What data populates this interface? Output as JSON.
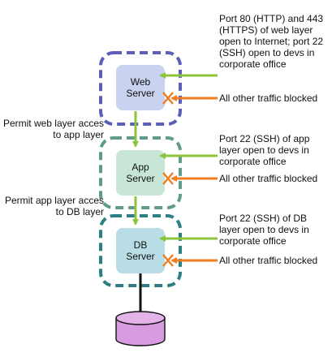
{
  "servers": {
    "web": {
      "line1": "Web",
      "line2": "Server",
      "fill": "#c9d2ef",
      "border": "#5a5fb8"
    },
    "app": {
      "line1": "App",
      "line2": "Server",
      "fill": "#c8e6d8",
      "border": "#5f9c8a"
    },
    "db": {
      "line1": "DB",
      "line2": "Server",
      "fill": "#b9dde6",
      "border": "#2e7f85"
    }
  },
  "notes": {
    "web_open": "Port 80 (HTTP) and 443 (HTTPS) of web layer open to Internet; port 22 (SSH) open to devs in corporate office",
    "web_blocked": "All other traffic blocked",
    "app_open": "Port 22 (SSH) of app layer open to devs in corporate office",
    "app_blocked": "All other traffic blocked",
    "db_open": "Port 22 (SSH) of DB layer open to devs in corporate office",
    "db_blocked": "All other traffic blocked",
    "permit_web_app": "Permit web layer acces to app layer",
    "permit_app_db": "Permit app layer acces to DB layer"
  },
  "colors": {
    "allow_arrow": "#8cc43c",
    "block_arrow": "#ef7d22",
    "database": "#d89be0"
  },
  "icons": {
    "allow": "green-arrow-icon",
    "block": "orange-arrow-with-x-icon",
    "database": "database-cylinder-icon"
  }
}
